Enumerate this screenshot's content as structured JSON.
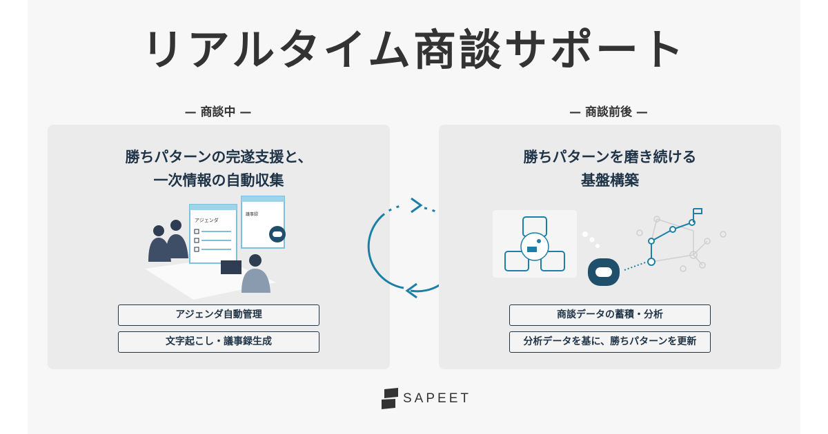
{
  "title": "リアルタイム商談サポート",
  "left": {
    "section": "— 商談中 —",
    "heading1": "勝ちパターンの完遂支援と、",
    "heading2": "一次情報の自動収集",
    "window_agenda": "アジェンダ",
    "window_minutes": "議事録",
    "tags": [
      "アジェンダ自動管理",
      "文字起こし・議事録生成"
    ]
  },
  "right": {
    "section": "— 商談前後 —",
    "heading1": "勝ちパターンを磨き続ける",
    "heading2": "基盤構築",
    "tags": [
      "商談データの蓄積・分析",
      "分析データを基に、勝ちパターンを更新"
    ]
  },
  "logo": "SAPEET",
  "colors": {
    "navy": "#1f3347",
    "blue": "#1b7fa6",
    "panel": "#ebebeb"
  }
}
